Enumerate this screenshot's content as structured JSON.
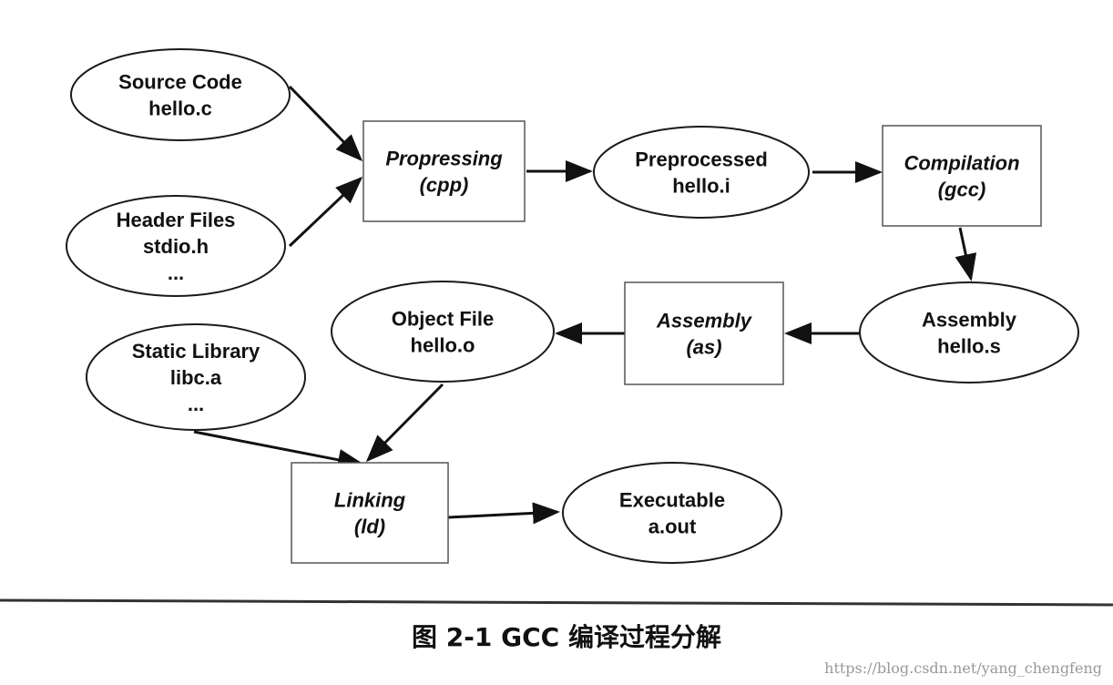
{
  "diagram": {
    "nodes": {
      "source": {
        "lines": [
          "Source Code",
          "hello.c"
        ]
      },
      "header": {
        "lines": [
          "Header Files",
          "stdio.h",
          "..."
        ]
      },
      "cpp": {
        "lines": [
          "Propressing",
          "(cpp)"
        ]
      },
      "preprocessed": {
        "lines": [
          "Preprocessed",
          "hello.i"
        ]
      },
      "gcc": {
        "lines": [
          "Compilation",
          "(gcc)"
        ]
      },
      "assembly_file": {
        "lines": [
          "Assembly",
          "hello.s"
        ]
      },
      "as": {
        "lines": [
          "Assembly",
          "(as)"
        ]
      },
      "object": {
        "lines": [
          "Object File",
          "hello.o"
        ]
      },
      "static_lib": {
        "lines": [
          "Static Library",
          "libc.a",
          "..."
        ]
      },
      "ld": {
        "lines": [
          "Linking",
          "(ld)"
        ]
      },
      "executable": {
        "lines": [
          "Executable",
          "a.out"
        ]
      }
    },
    "edges": [
      {
        "from": "source",
        "to": "cpp"
      },
      {
        "from": "header",
        "to": "cpp"
      },
      {
        "from": "cpp",
        "to": "preprocessed"
      },
      {
        "from": "preprocessed",
        "to": "gcc"
      },
      {
        "from": "gcc",
        "to": "assembly_file"
      },
      {
        "from": "assembly_file",
        "to": "as"
      },
      {
        "from": "as",
        "to": "object"
      },
      {
        "from": "object",
        "to": "ld"
      },
      {
        "from": "static_lib",
        "to": "ld"
      },
      {
        "from": "ld",
        "to": "executable"
      }
    ]
  },
  "caption": "图 2-1   GCC 编译过程分解",
  "watermark": "https://blog.csdn.net/yang_chengfeng"
}
